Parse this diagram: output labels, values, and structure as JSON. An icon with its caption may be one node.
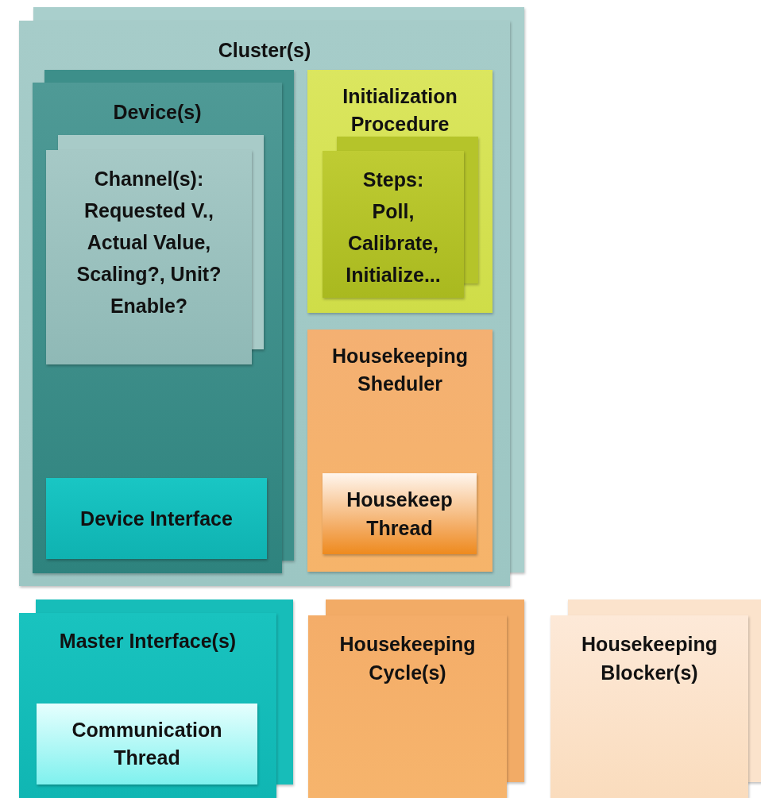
{
  "diagram": {
    "nodes": [
      {
        "text": [
          "Cluster(s)"
        ]
      },
      {
        "text": [
          "Device(s)"
        ],
        "in": 0
      },
      {
        "text": [
          "Channel(s): Requested V., Actual Value, Scaling?, Unit? Enable?"
        ],
        "in": 1
      },
      {
        "text": [
          "Device Interface"
        ],
        "in": 1
      },
      {
        "text": [
          "Initialization Procedure"
        ],
        "in": 0
      },
      {
        "text": [
          "Steps: Poll, Calibrate, Initialize..."
        ],
        "in": 4
      },
      {
        "text": [
          "Housekeeping Sheduler"
        ],
        "in": 0
      },
      {
        "text": [
          "Housekeep Thread"
        ],
        "in": 6
      },
      {
        "text": [
          "Master Interface(s)"
        ]
      },
      {
        "text": [
          "Communication Thread"
        ],
        "in": 8
      },
      {
        "text": [
          "Housekeeping Cycle(s)"
        ]
      },
      {
        "text": [
          "Housekeeping Blocker(s)"
        ]
      }
    ]
  }
}
